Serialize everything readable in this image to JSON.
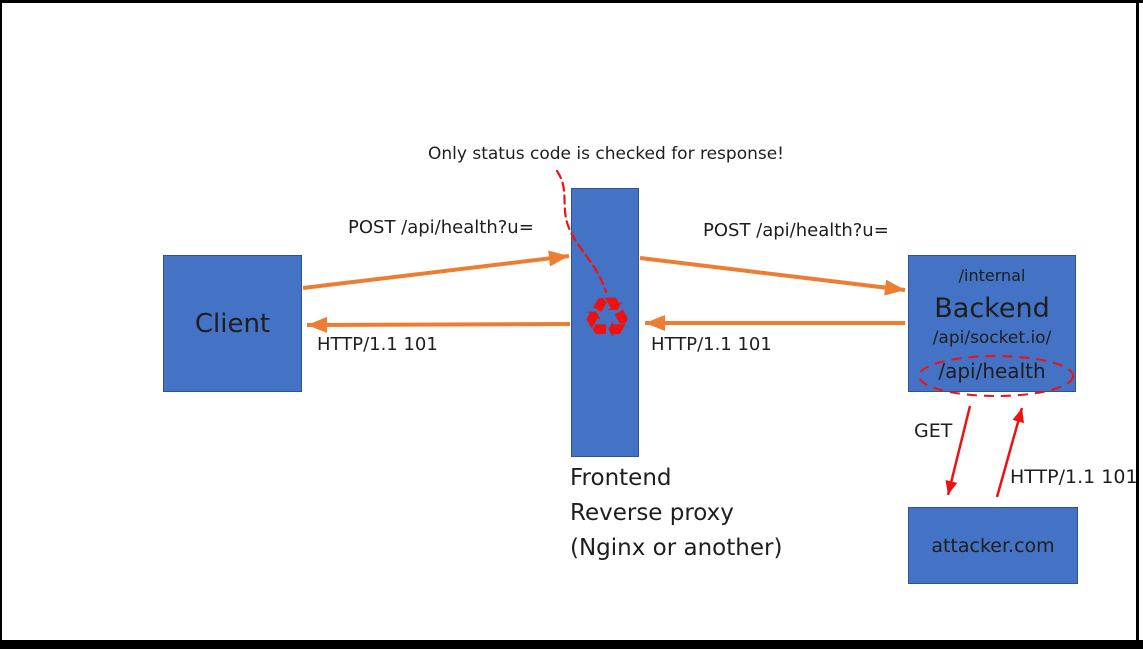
{
  "annotation": {
    "text": "Only status code is checked for response!"
  },
  "nodes": {
    "client": {
      "label": "Client"
    },
    "proxy": {
      "lines": [
        "Frontend",
        "Reverse proxy",
        "(Nginx or another)"
      ]
    },
    "backend": {
      "route_internal": "/internal",
      "label": "Backend",
      "route_socket": "/api/socket.io/",
      "route_health": "/api/health"
    },
    "attacker": {
      "label": "attacker.com"
    }
  },
  "edges": {
    "client_to_proxy": {
      "label": "POST /api/health?u="
    },
    "proxy_to_backend": {
      "label": "POST /api/health?u="
    },
    "backend_to_proxy": {
      "label": "HTTP/1.1 101"
    },
    "proxy_to_client": {
      "label": "HTTP/1.1 101"
    },
    "backend_to_attacker": {
      "label": "GET"
    },
    "attacker_to_backend": {
      "label": "HTTP/1.1 101"
    }
  },
  "icons": {
    "recycle": "♻"
  },
  "colors": {
    "box_fill": "#4472C4",
    "box_border": "#2E5395",
    "arrow": "#ED7D31",
    "attack": "#EE1111",
    "text": "#1E1E1E",
    "frame": "#000000"
  }
}
